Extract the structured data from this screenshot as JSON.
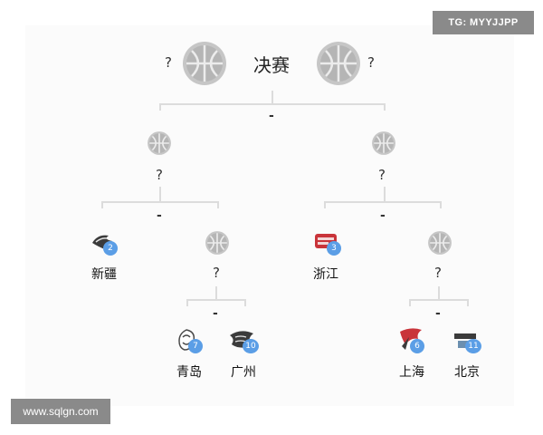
{
  "watermark": {
    "top_right": "TG: MYYJJPP",
    "bottom_left": "www.sqlgn.com"
  },
  "final": {
    "title": "决赛",
    "left_team": "?",
    "right_team": "?",
    "score": "-"
  },
  "semifinal": {
    "left": {
      "team": "?",
      "score": "-"
    },
    "right": {
      "team": "?",
      "score": "-"
    }
  },
  "quarterfinal": {
    "left_seed": {
      "name": "新疆",
      "seed": "2"
    },
    "left_winner": {
      "team": "?",
      "score": "-"
    },
    "right_seed": {
      "name": "浙江",
      "seed": "3"
    },
    "right_winner": {
      "team": "?",
      "score": "-"
    }
  },
  "playin": {
    "left_a": {
      "name": "青岛",
      "seed": "7"
    },
    "left_b": {
      "name": "广州",
      "seed": "10"
    },
    "right_a": {
      "name": "上海",
      "seed": "6"
    },
    "right_b": {
      "name": "北京",
      "seed": "11"
    }
  },
  "icons": {
    "ball": "basketball-icon",
    "bracket_line_color": "#dcdcdc",
    "seed_badge_color": "#5b9ee6"
  }
}
